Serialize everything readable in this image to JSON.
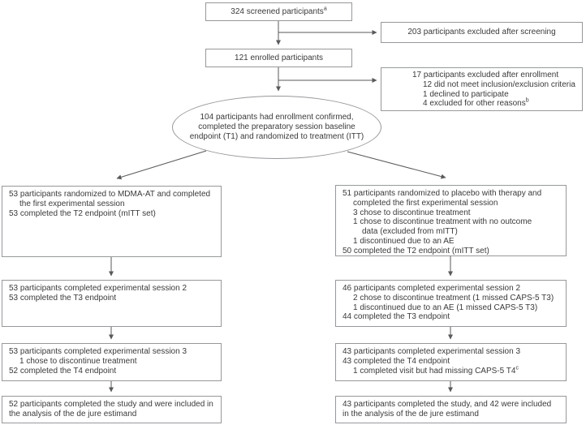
{
  "colors": {
    "line": "#58595b",
    "border": "#97989b",
    "text": "#3a3a3b",
    "background": "#ffffff"
  },
  "flow": {
    "screened": {
      "text": "324 screened participants",
      "footnote": "a"
    },
    "excluded_screening": {
      "text": "203 participants excluded after screening"
    },
    "enrolled": {
      "text": "121 enrolled participants"
    },
    "excluded_enrollment": {
      "line1": "17 participants excluded after enrollment",
      "line2": "12 did not meet inclusion/exclusion criteria",
      "line3": "1 declined to participate",
      "line4": "4 excluded for other reasons",
      "line4_footnote": "b"
    },
    "randomized": {
      "line1": "104 participants had enrollment confirmed,",
      "line2": "completed the preparatory session baseline",
      "line3": "endpoint (T1) and randomized to treatment (ITT)"
    },
    "mdma_arm": {
      "box1": {
        "line1": "53 participants randomized to MDMA-AT and completed",
        "line2": "the first experimental session",
        "line3": "53 completed the T2 endpoint (mITT set)"
      },
      "box2": {
        "line1": "53 participants completed experimental session 2",
        "line2": "53 completed the T3 endpoint"
      },
      "box3": {
        "line1": "53 participants completed experimental session 3",
        "line2": "1 chose to discontinue treatment",
        "line3": "52 completed the T4 endpoint"
      },
      "box4": {
        "line1": "52 participants completed the study and were included in",
        "line2": "the analysis of the de jure estimand"
      }
    },
    "placebo_arm": {
      "box1": {
        "line1": "51 participants randomized to placebo with therapy and",
        "line2": "completed the first experimental session",
        "line3": "3 chose to discontinue treatment",
        "line4": "1 chose to discontinue treatment with no outcome",
        "line5": "data (excluded from mITT)",
        "line6": "1 discontinued due to an AE",
        "line7": "50 completed the T2 endpoint (mITT set)"
      },
      "box2": {
        "line1": "46 participants completed experimental session 2",
        "line2": "2 chose to discontinue treatment (1 missed CAPS-5 T3)",
        "line3": "1 discontinued due to an AE (1 missed CAPS-5 T3)",
        "line4": "44 completed the T3 endpoint"
      },
      "box3": {
        "line1": "43 participants completed experimental session 3",
        "line2": "43 completed the T4 endpoint",
        "line3": "1 completed visit but had missing CAPS-5 T4",
        "line3_footnote": "c"
      },
      "box4": {
        "line1": "43 participants completed the study, and 42 were included",
        "line2": "in the analysis of the de jure estimand"
      }
    }
  }
}
